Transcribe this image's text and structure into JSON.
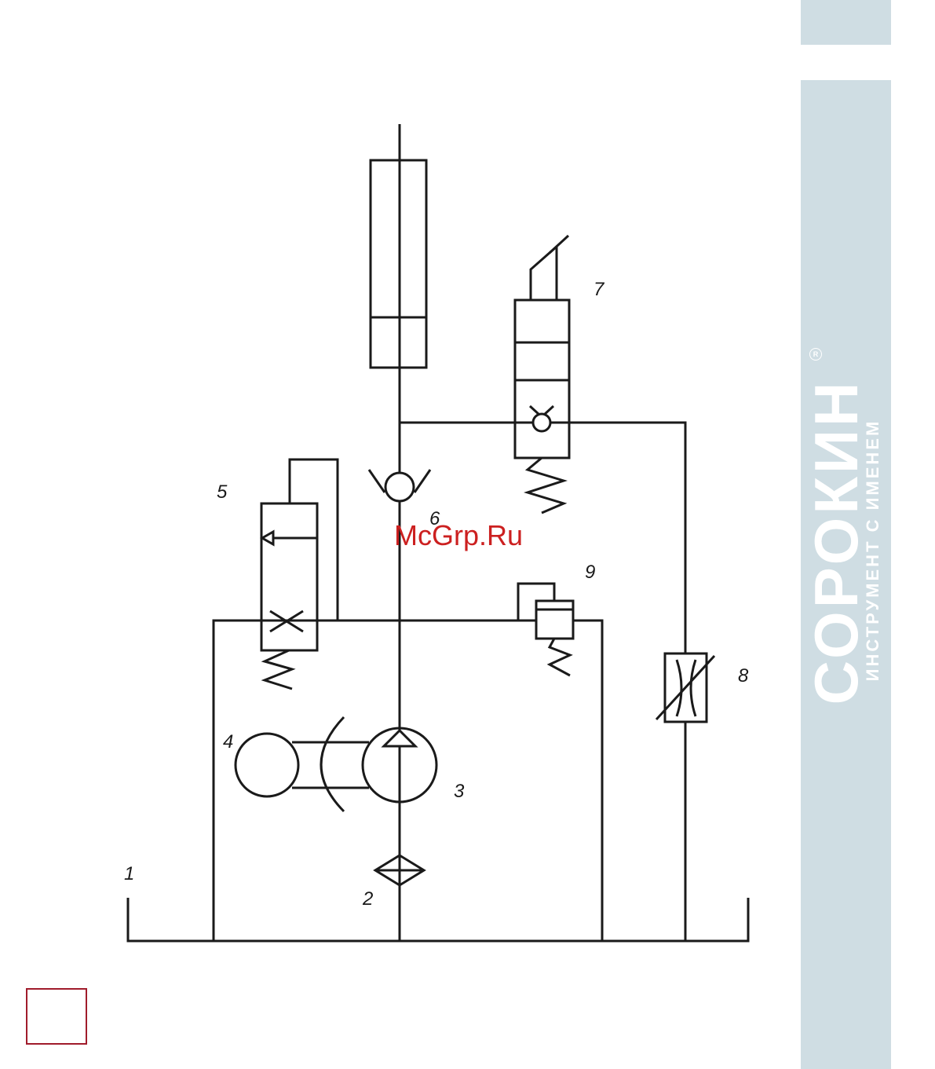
{
  "diagram": {
    "labels": {
      "tank": "1",
      "filter": "2",
      "pump": "3",
      "motor": "4",
      "relief_valve": "5",
      "check_valve": "6",
      "release_valve": "7",
      "throttle": "8",
      "safety_valve": "9"
    },
    "watermark": "McGrp.Ru",
    "line_color": "#1a1a1a"
  },
  "brand": {
    "name": "СОРОКИН",
    "tagline": "ИНСТРУМЕНТ С ИМЕНЕМ",
    "registered": "R",
    "colors": {
      "panel": "#cfdde3",
      "text": "#ffffff",
      "page_box": "#a01b2b"
    }
  }
}
